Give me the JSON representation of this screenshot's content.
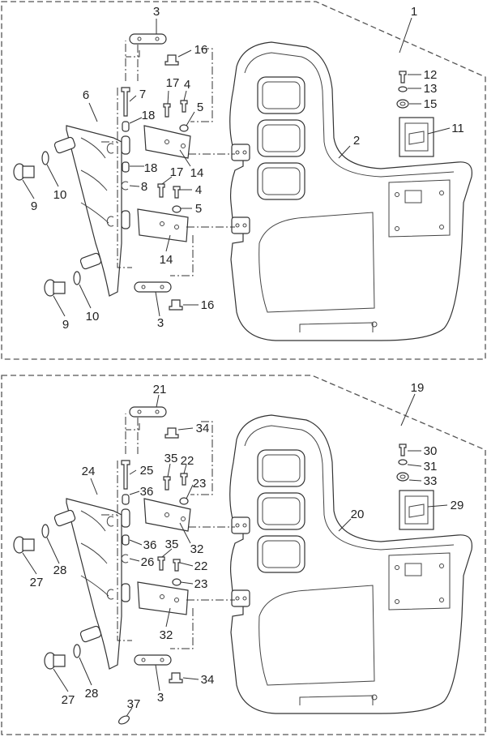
{
  "title": "Door assembly exploded parts diagram",
  "panels": [
    {
      "name": "upper-door-assembly",
      "labels": [
        "3",
        "16",
        "1",
        "7",
        "17",
        "4",
        "12",
        "13",
        "15",
        "6",
        "18",
        "5",
        "11",
        "2",
        "14",
        "18",
        "17",
        "8",
        "4",
        "5",
        "9",
        "10",
        "14",
        "9",
        "10",
        "3",
        "16"
      ]
    },
    {
      "name": "lower-door-assembly",
      "labels": [
        "21",
        "19",
        "34",
        "30",
        "31",
        "33",
        "25",
        "35",
        "22",
        "24",
        "36",
        "23",
        "29",
        "20",
        "32",
        "27",
        "28",
        "36",
        "26",
        "35",
        "22",
        "23",
        "32",
        "27",
        "28",
        "3",
        "34",
        "37"
      ]
    }
  ]
}
